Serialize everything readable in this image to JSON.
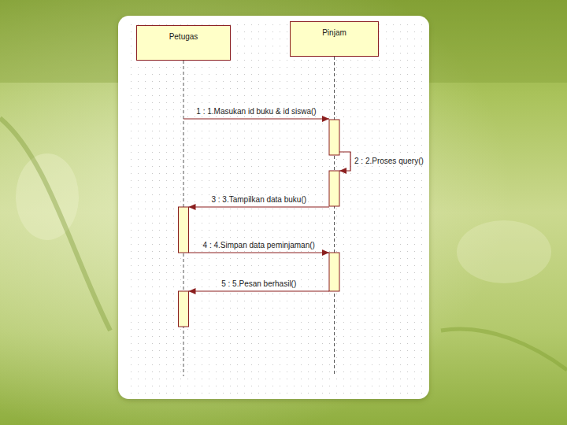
{
  "diagram": {
    "nodes": [
      {
        "text": [
          "Petugas"
        ]
      },
      {
        "text": [
          "Pinjam"
        ]
      }
    ],
    "edges": [
      {
        "from": 0,
        "to": 1,
        "arrow": "to",
        "label": "1 : 1.Masukan id buku & id siswa()"
      },
      {
        "from": 1,
        "to": 1,
        "arrow": "to",
        "label": "2 : 2.Proses query()"
      },
      {
        "from": 1,
        "to": 0,
        "arrow": "to",
        "label": "3 : 3.Tampilkan data buku()"
      },
      {
        "from": 0,
        "to": 1,
        "arrow": "to",
        "label": "4 : 4.Simpan data peminjaman()"
      },
      {
        "from": 1,
        "to": 0,
        "arrow": "to",
        "label": "5 : 5.Pesan berhasil()"
      }
    ]
  }
}
